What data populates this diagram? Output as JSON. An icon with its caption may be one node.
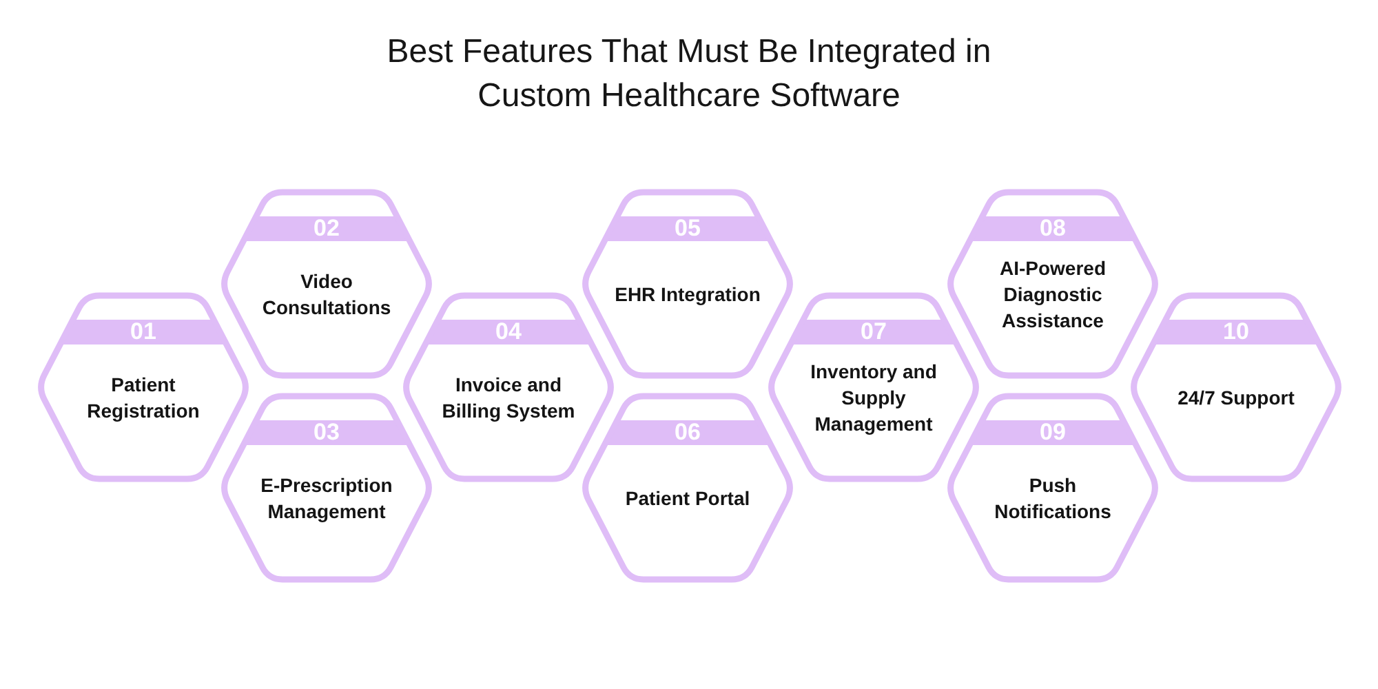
{
  "diagram": {
    "title": "Best Features That Must Be Integrated in Custom Healthcare Software",
    "nodes": [
      {
        "text": [
          "01",
          "Patient Registration"
        ]
      },
      {
        "text": [
          "02",
          "Video Consultations"
        ]
      },
      {
        "text": [
          "03",
          "E-Prescription Management"
        ]
      },
      {
        "text": [
          "04",
          "Invoice and Billing System"
        ]
      },
      {
        "text": [
          "05",
          "EHR Integration"
        ]
      },
      {
        "text": [
          "06",
          "Patient Portal"
        ]
      },
      {
        "text": [
          "07",
          "Inventory and Supply Management"
        ]
      },
      {
        "text": [
          "08",
          "AI-Powered Diagnostic Assistance"
        ]
      },
      {
        "text": [
          "09",
          "Push Notifications"
        ]
      },
      {
        "text": [
          "10",
          "24/7 Support"
        ]
      }
    ]
  }
}
